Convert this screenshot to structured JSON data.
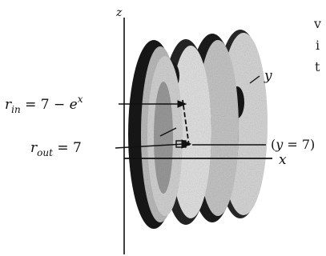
{
  "axes": {
    "z_label": "z",
    "x_label": "x",
    "y_label": "y"
  },
  "labels": {
    "r_in": {
      "r": "r",
      "sub": "in",
      "rest": " = 7 − ",
      "base": "e",
      "exp": "x"
    },
    "r_out": {
      "r": "r",
      "sub": "out",
      "rest": " = 7"
    },
    "line_y": {
      "open": "(",
      "var": "y",
      "rest": " = 7)"
    }
  },
  "page_text_fragments": [
    "v",
    "i",
    "t"
  ],
  "colors": {
    "ink": "#111111",
    "dark_band": "#1c1c1c",
    "light_face": "#d8d8d8",
    "mid_face": "#9a9a9a"
  }
}
